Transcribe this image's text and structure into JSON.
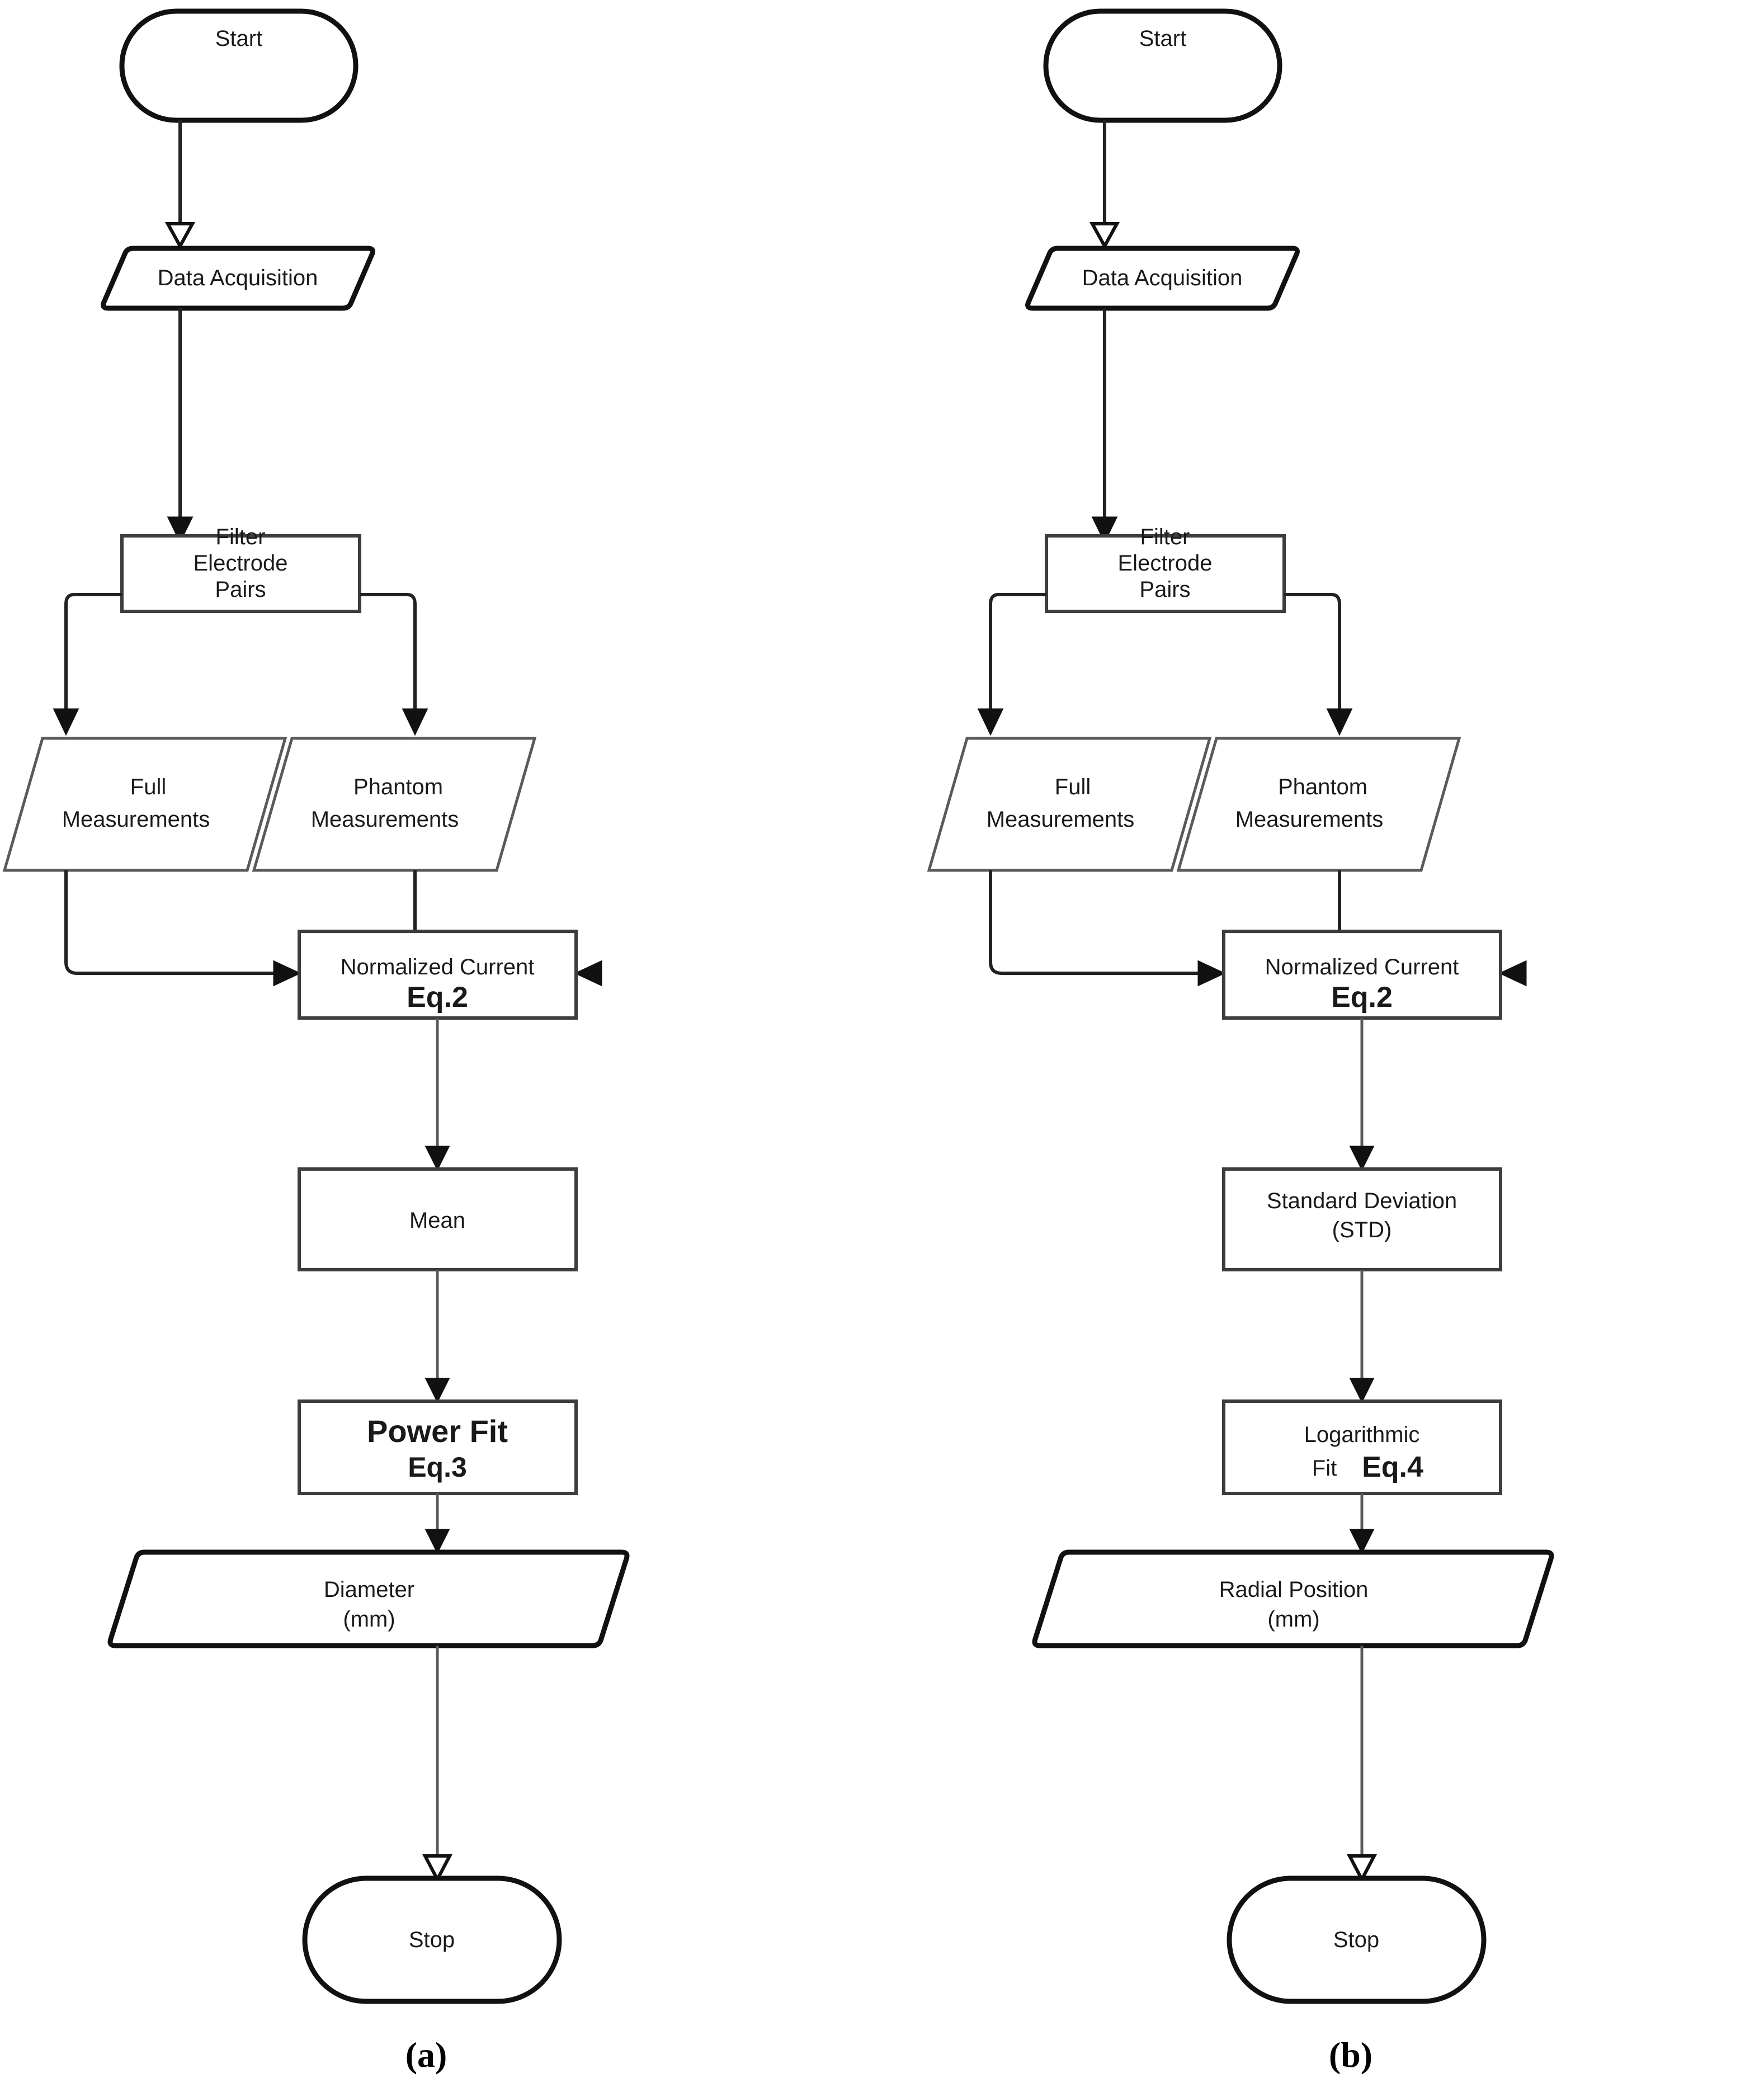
{
  "figure": {
    "type": "flowchart-pair",
    "background": "#ffffff",
    "line_color": "#111111"
  },
  "panels": [
    {
      "id": "panel-a",
      "caption": "(a)",
      "nodes": {
        "start": {
          "label": "Start",
          "shape": "terminator"
        },
        "data_acquisition": {
          "label": "Data Acquisition",
          "shape": "parallelogram"
        },
        "filter": {
          "line1": "Filter",
          "line2": "Electrode",
          "line3": "Pairs",
          "shape": "process"
        },
        "full_measurements": {
          "line1": "Full",
          "line2": "Measurements",
          "shape": "parallelogram"
        },
        "phantom_measurements": {
          "line1": "Phantom",
          "line2": "Measurements",
          "shape": "parallelogram"
        },
        "normalized_current": {
          "line1": "Normalized Current",
          "line2": "Eq.2",
          "shape": "process"
        },
        "statistic": {
          "label": "Mean",
          "shape": "process"
        },
        "fit": {
          "line1": "Power Fit",
          "line2": "Eq.3",
          "shape": "process"
        },
        "output": {
          "line1": "Diameter",
          "line2": "(mm)",
          "shape": "parallelogram"
        },
        "stop": {
          "label": "Stop",
          "shape": "terminator"
        }
      }
    },
    {
      "id": "panel-b",
      "caption": "(b)",
      "nodes": {
        "start": {
          "label": "Start",
          "shape": "terminator"
        },
        "data_acquisition": {
          "label": "Data Acquisition",
          "shape": "parallelogram"
        },
        "filter": {
          "line1": "Filter",
          "line2": "Electrode",
          "line3": "Pairs",
          "shape": "process"
        },
        "full_measurements": {
          "line1": "Full",
          "line2": "Measurements",
          "shape": "parallelogram"
        },
        "phantom_measurements": {
          "line1": "Phantom",
          "line2": "Measurements",
          "shape": "parallelogram"
        },
        "normalized_current": {
          "line1": "Normalized Current",
          "line2": "Eq.2",
          "shape": "process"
        },
        "statistic": {
          "line1": "Standard Deviation",
          "line2": "(STD)",
          "shape": "process"
        },
        "fit": {
          "line1": "Logarithmic",
          "line2_reg": "Fit",
          "line2_bold": "Eq.4",
          "shape": "process"
        },
        "output": {
          "line1": "Radial Position",
          "line2": "(mm)",
          "shape": "parallelogram"
        },
        "stop": {
          "label": "Stop",
          "shape": "terminator"
        }
      }
    }
  ]
}
